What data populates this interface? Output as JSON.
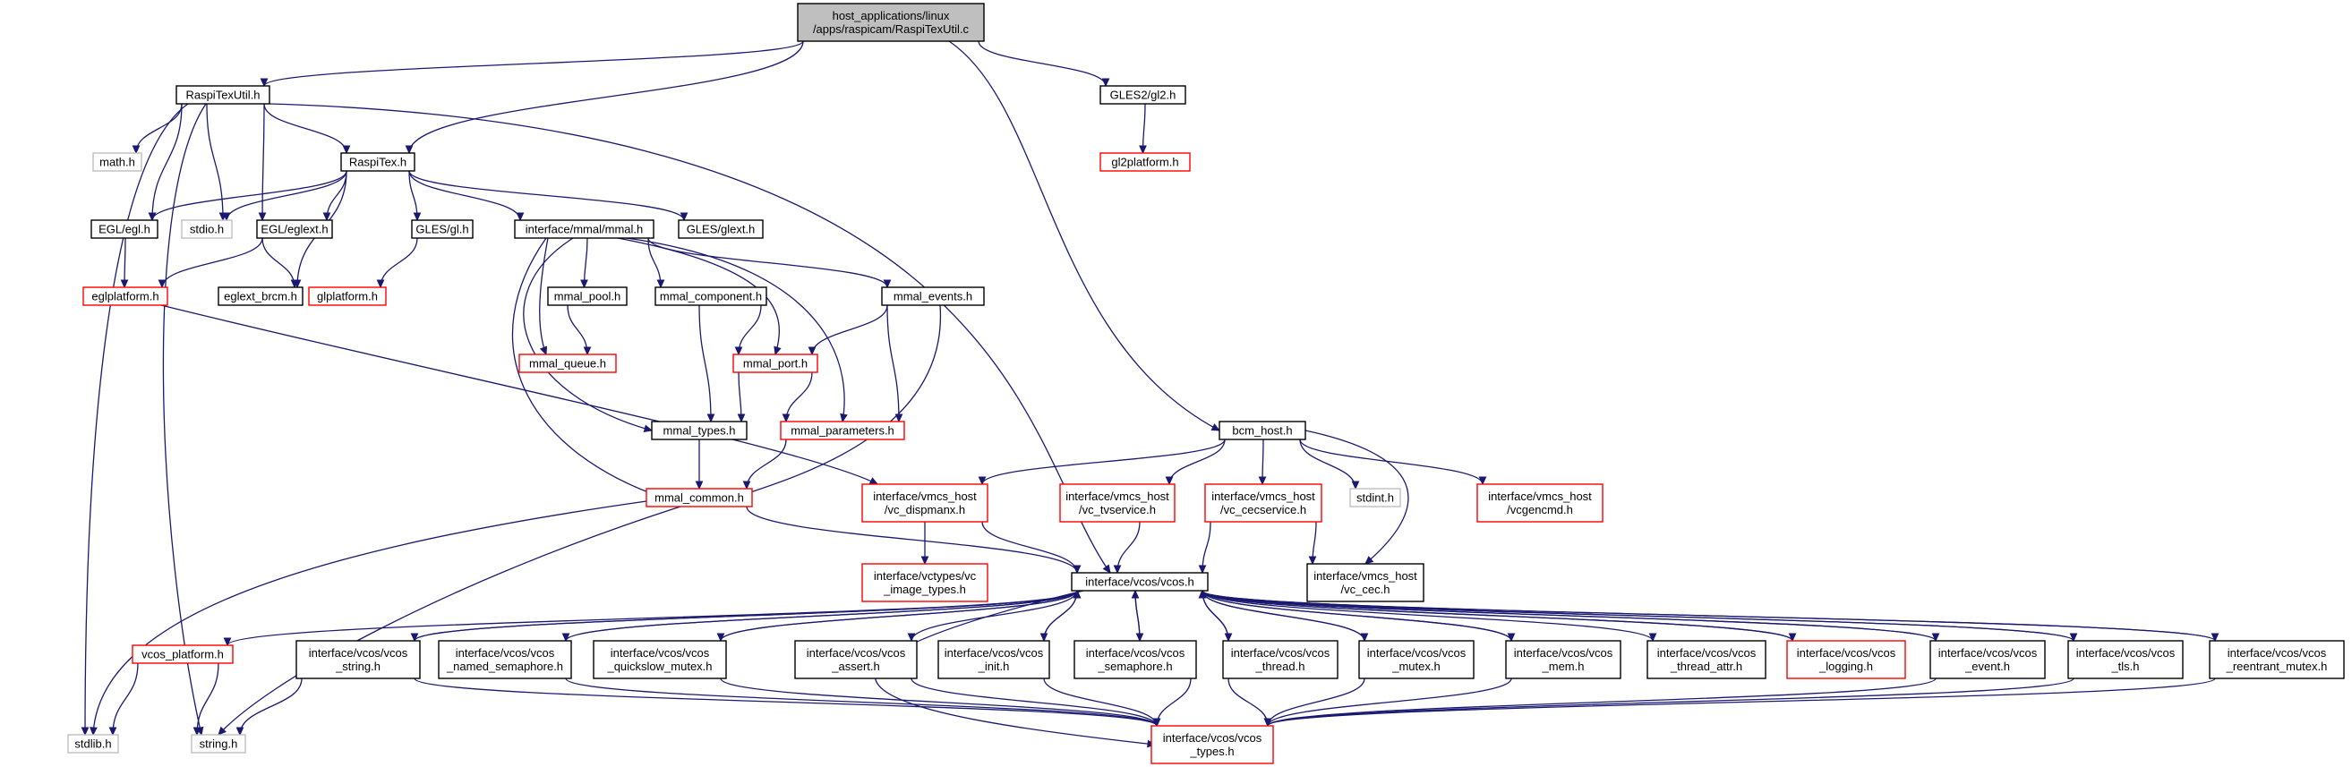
{
  "colors": {
    "edge": "#191970",
    "border_normal": "#000000",
    "border_red": "#ff0000",
    "border_gray": "#bfbfbf",
    "root_fill": "#bfbfbf"
  },
  "nodes": [
    {
      "id": "root",
      "lines": [
        "host_applications/linux",
        "/apps/raspicam/RaspiTexUtil.c"
      ],
      "style": "root"
    },
    {
      "id": "raspitexutil",
      "lines": [
        "RaspiTexUtil.h"
      ],
      "style": "normal"
    },
    {
      "id": "gles2gl2",
      "lines": [
        "GLES2/gl2.h"
      ],
      "style": "normal"
    },
    {
      "id": "gl2platform",
      "lines": [
        "gl2platform.h"
      ],
      "style": "red"
    },
    {
      "id": "mathh",
      "lines": [
        "math.h"
      ],
      "style": "gray"
    },
    {
      "id": "raspitex",
      "lines": [
        "RaspiTex.h"
      ],
      "style": "normal"
    },
    {
      "id": "eglh",
      "lines": [
        "EGL/egl.h"
      ],
      "style": "normal"
    },
    {
      "id": "stdioh",
      "lines": [
        "stdio.h"
      ],
      "style": "gray"
    },
    {
      "id": "eglext",
      "lines": [
        "EGL/eglext.h"
      ],
      "style": "normal"
    },
    {
      "id": "glesgl",
      "lines": [
        "GLES/gl.h"
      ],
      "style": "normal"
    },
    {
      "id": "mmalh",
      "lines": [
        "interface/mmal/mmal.h"
      ],
      "style": "normal"
    },
    {
      "id": "glesglext",
      "lines": [
        "GLES/glext.h"
      ],
      "style": "normal"
    },
    {
      "id": "eglplatform",
      "lines": [
        "eglplatform.h"
      ],
      "style": "red"
    },
    {
      "id": "eglextbrcm",
      "lines": [
        "eglext_brcm.h"
      ],
      "style": "normal"
    },
    {
      "id": "glplatform",
      "lines": [
        "glplatform.h"
      ],
      "style": "red"
    },
    {
      "id": "mmalpool",
      "lines": [
        "mmal_pool.h"
      ],
      "style": "normal"
    },
    {
      "id": "mmalcomponent",
      "lines": [
        "mmal_component.h"
      ],
      "style": "normal"
    },
    {
      "id": "mmalevents",
      "lines": [
        "mmal_events.h"
      ],
      "style": "normal"
    },
    {
      "id": "mmalqueue",
      "lines": [
        "mmal_queue.h"
      ],
      "style": "red"
    },
    {
      "id": "mmalport",
      "lines": [
        "mmal_port.h"
      ],
      "style": "red"
    },
    {
      "id": "mmaltypes",
      "lines": [
        "mmal_types.h"
      ],
      "style": "normal"
    },
    {
      "id": "mmalparams",
      "lines": [
        "mmal_parameters.h"
      ],
      "style": "red"
    },
    {
      "id": "mmalcommon",
      "lines": [
        "mmal_common.h"
      ],
      "style": "red"
    },
    {
      "id": "bcmhost",
      "lines": [
        "bcm_host.h"
      ],
      "style": "normal"
    },
    {
      "id": "vcdispmanx",
      "lines": [
        "interface/vmcs_host",
        "/vc_dispmanx.h"
      ],
      "style": "red"
    },
    {
      "id": "vctvservice",
      "lines": [
        "interface/vmcs_host",
        "/vc_tvservice.h"
      ],
      "style": "red"
    },
    {
      "id": "vccecservice",
      "lines": [
        "interface/vmcs_host",
        "/vc_cecservice.h"
      ],
      "style": "red"
    },
    {
      "id": "stdinth",
      "lines": [
        "stdint.h"
      ],
      "style": "gray"
    },
    {
      "id": "vcgencmd",
      "lines": [
        "interface/vmcs_host",
        "/vcgencmd.h"
      ],
      "style": "red"
    },
    {
      "id": "vcimagetypes",
      "lines": [
        "interface/vctypes/vc",
        "_image_types.h"
      ],
      "style": "red"
    },
    {
      "id": "vcosh",
      "lines": [
        "interface/vcos/vcos.h"
      ],
      "style": "normal"
    },
    {
      "id": "vccec",
      "lines": [
        "interface/vmcs_host",
        "/vc_cec.h"
      ],
      "style": "normal"
    },
    {
      "id": "vcosplatform",
      "lines": [
        "vcos_platform.h"
      ],
      "style": "red"
    },
    {
      "id": "vcosstring",
      "lines": [
        "interface/vcos/vcos",
        "_string.h"
      ],
      "style": "normal"
    },
    {
      "id": "vcosnamedsem",
      "lines": [
        "interface/vcos/vcos",
        "_named_semaphore.h"
      ],
      "style": "normal"
    },
    {
      "id": "vcosquickslow",
      "lines": [
        "interface/vcos/vcos",
        "_quickslow_mutex.h"
      ],
      "style": "normal"
    },
    {
      "id": "vcosassert",
      "lines": [
        "interface/vcos/vcos",
        "_assert.h"
      ],
      "style": "normal"
    },
    {
      "id": "vcosinit",
      "lines": [
        "interface/vcos/vcos",
        "_init.h"
      ],
      "style": "normal"
    },
    {
      "id": "vcossemaphore",
      "lines": [
        "interface/vcos/vcos",
        "_semaphore.h"
      ],
      "style": "normal"
    },
    {
      "id": "vcosthread",
      "lines": [
        "interface/vcos/vcos",
        "_thread.h"
      ],
      "style": "normal"
    },
    {
      "id": "vcosmutex",
      "lines": [
        "interface/vcos/vcos",
        "_mutex.h"
      ],
      "style": "normal"
    },
    {
      "id": "vcosmem",
      "lines": [
        "interface/vcos/vcos",
        "_mem.h"
      ],
      "style": "normal"
    },
    {
      "id": "vcosthreadattr",
      "lines": [
        "interface/vcos/vcos",
        "_thread_attr.h"
      ],
      "style": "normal"
    },
    {
      "id": "vcoslogging",
      "lines": [
        "interface/vcos/vcos",
        "_logging.h"
      ],
      "style": "red"
    },
    {
      "id": "vcosevent",
      "lines": [
        "interface/vcos/vcos",
        "_event.h"
      ],
      "style": "normal"
    },
    {
      "id": "vcostls",
      "lines": [
        "interface/vcos/vcos",
        "_tls.h"
      ],
      "style": "normal"
    },
    {
      "id": "vcosreentrant",
      "lines": [
        "interface/vcos/vcos",
        "_reentrant_mutex.h"
      ],
      "style": "normal"
    },
    {
      "id": "stdlibh",
      "lines": [
        "stdlib.h"
      ],
      "style": "gray"
    },
    {
      "id": "stringh",
      "lines": [
        "string.h"
      ],
      "style": "gray"
    },
    {
      "id": "vcostypes",
      "lines": [
        "interface/vcos/vcos",
        "_types.h"
      ],
      "style": "red"
    }
  ],
  "edges": [
    [
      "root",
      "raspitexutil"
    ],
    [
      "root",
      "raspitex"
    ],
    [
      "root",
      "gles2gl2"
    ],
    [
      "root",
      "bcmhost"
    ],
    [
      "gles2gl2",
      "gl2platform"
    ],
    [
      "raspitexutil",
      "mathh"
    ],
    [
      "raspitexutil",
      "raspitex"
    ],
    [
      "raspitexutil",
      "eglh"
    ],
    [
      "raspitexutil",
      "stdioh"
    ],
    [
      "raspitexutil",
      "eglext"
    ],
    [
      "raspitexutil",
      "vcosh"
    ],
    [
      "raspitexutil",
      "stdlibh"
    ],
    [
      "raspitexutil",
      "stringh"
    ],
    [
      "raspitex",
      "eglh"
    ],
    [
      "raspitex",
      "stdioh"
    ],
    [
      "raspitex",
      "eglext"
    ],
    [
      "raspitex",
      "eglextbrcm"
    ],
    [
      "raspitex",
      "glesgl"
    ],
    [
      "raspitex",
      "mmalh"
    ],
    [
      "raspitex",
      "glesglext"
    ],
    [
      "eglh",
      "eglplatform"
    ],
    [
      "eglext",
      "eglplatform"
    ],
    [
      "eglext",
      "eglextbrcm"
    ],
    [
      "glesgl",
      "glplatform"
    ],
    [
      "eglplatform",
      "vcdispmanx"
    ],
    [
      "mmalh",
      "mmalpool"
    ],
    [
      "mmalh",
      "mmalcomponent"
    ],
    [
      "mmalh",
      "mmalevents"
    ],
    [
      "mmalh",
      "mmalqueue"
    ],
    [
      "mmalh",
      "mmalport"
    ],
    [
      "mmalh",
      "mmaltypes"
    ],
    [
      "mmalh",
      "mmalparams"
    ],
    [
      "mmalh",
      "mmalcommon"
    ],
    [
      "mmalpool",
      "mmalqueue"
    ],
    [
      "mmalcomponent",
      "mmalport"
    ],
    [
      "mmalcomponent",
      "mmaltypes"
    ],
    [
      "mmalevents",
      "mmalport"
    ],
    [
      "mmalevents",
      "mmalparams"
    ],
    [
      "mmalevents",
      "mmalcommon"
    ],
    [
      "mmalport",
      "mmaltypes"
    ],
    [
      "mmalport",
      "mmalparams"
    ],
    [
      "mmaltypes",
      "mmalcommon"
    ],
    [
      "mmalparams",
      "mmalcommon"
    ],
    [
      "mmalcommon",
      "vcosh"
    ],
    [
      "mmalcommon",
      "stdlibh"
    ],
    [
      "mmalcommon",
      "stringh"
    ],
    [
      "bcmhost",
      "vcdispmanx"
    ],
    [
      "bcmhost",
      "vctvservice"
    ],
    [
      "bcmhost",
      "vccecservice"
    ],
    [
      "bcmhost",
      "stdinth"
    ],
    [
      "bcmhost",
      "vcgencmd"
    ],
    [
      "bcmhost",
      "vccec"
    ],
    [
      "vcdispmanx",
      "vcimagetypes"
    ],
    [
      "vcdispmanx",
      "vcosh"
    ],
    [
      "vctvservice",
      "vcosh"
    ],
    [
      "vccecservice",
      "vcosh"
    ],
    [
      "vccecservice",
      "vccec"
    ],
    [
      "vcosh",
      "vcosplatform"
    ],
    [
      "vcosh",
      "vcosstring"
    ],
    [
      "vcosh",
      "vcosnamedsem"
    ],
    [
      "vcosh",
      "vcosquickslow"
    ],
    [
      "vcosh",
      "vcosassert"
    ],
    [
      "vcosh",
      "vcosinit"
    ],
    [
      "vcosh",
      "vcossemaphore"
    ],
    [
      "vcosh",
      "vcosthread"
    ],
    [
      "vcosh",
      "vcosmutex"
    ],
    [
      "vcosh",
      "vcosmem"
    ],
    [
      "vcosh",
      "vcosthreadattr"
    ],
    [
      "vcosh",
      "vcoslogging"
    ],
    [
      "vcosh",
      "vcosevent"
    ],
    [
      "vcosh",
      "vcostls"
    ],
    [
      "vcosh",
      "vcosreentrant"
    ],
    [
      "vcosh",
      "vcostypes"
    ],
    [
      "vcosstring",
      "vcosh"
    ],
    [
      "vcosnamedsem",
      "vcosh"
    ],
    [
      "vcosquickslow",
      "vcosh"
    ],
    [
      "vcosinit",
      "vcosh"
    ],
    [
      "vcossemaphore",
      "vcosh"
    ],
    [
      "vcosthread",
      "vcosh"
    ],
    [
      "vcosmutex",
      "vcosh"
    ],
    [
      "vcosmem",
      "vcosh"
    ],
    [
      "vcoslogging",
      "vcosh"
    ],
    [
      "vcosevent",
      "vcosh"
    ],
    [
      "vcostls",
      "vcosh"
    ],
    [
      "vcosreentrant",
      "vcosh"
    ],
    [
      "vcosplatform",
      "stdlibh"
    ],
    [
      "vcosplatform",
      "stringh"
    ],
    [
      "vcosstring",
      "stringh"
    ],
    [
      "vcosstring",
      "vcostypes"
    ],
    [
      "vcosnamedsem",
      "vcostypes"
    ],
    [
      "vcosquickslow",
      "vcostypes"
    ],
    [
      "vcosassert",
      "vcostypes"
    ],
    [
      "vcosinit",
      "vcostypes"
    ],
    [
      "vcossemaphore",
      "vcostypes"
    ],
    [
      "vcosthread",
      "vcostypes"
    ],
    [
      "vcosmutex",
      "vcostypes"
    ],
    [
      "vcosmem",
      "vcostypes"
    ],
    [
      "vcosevent",
      "vcostypes"
    ],
    [
      "vcostls",
      "vcostypes"
    ],
    [
      "vcosreentrant",
      "vcostypes"
    ]
  ]
}
